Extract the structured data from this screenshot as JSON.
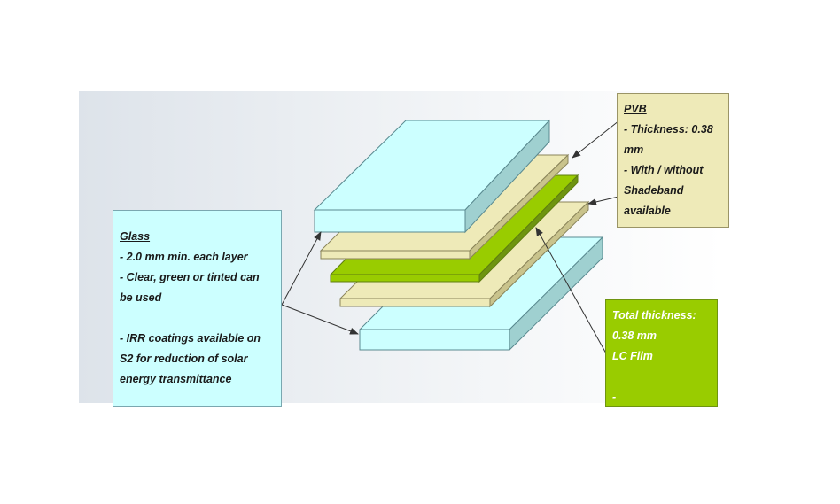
{
  "glass_callout": {
    "title": "Glass",
    "lines": [
      "- 2.0 mm min. each layer",
      "- Clear, green or tinted can",
      "be used",
      "",
      "- IRR coatings available on",
      "S2 for reduction of solar",
      "energy transmittance"
    ]
  },
  "pvb_callout": {
    "title": "PVB",
    "lines": [
      "- Thickness: 0.38",
      "mm",
      "- With / without",
      "Shadeband",
      "available"
    ]
  },
  "lc_callout": {
    "lines_before": [
      "Total thickness:",
      "0.38 mm"
    ],
    "title": "LC Film",
    "lines_after": [
      "",
      "-"
    ]
  },
  "colors": {
    "glass": "#ccffff",
    "glass_side": "#9fd0d0",
    "pvb": "#eeeab8",
    "pvb_side": "#c9c38c",
    "lc_film": "#99cc00",
    "lc_film_side": "#6e9410",
    "arrow": "#333333"
  }
}
